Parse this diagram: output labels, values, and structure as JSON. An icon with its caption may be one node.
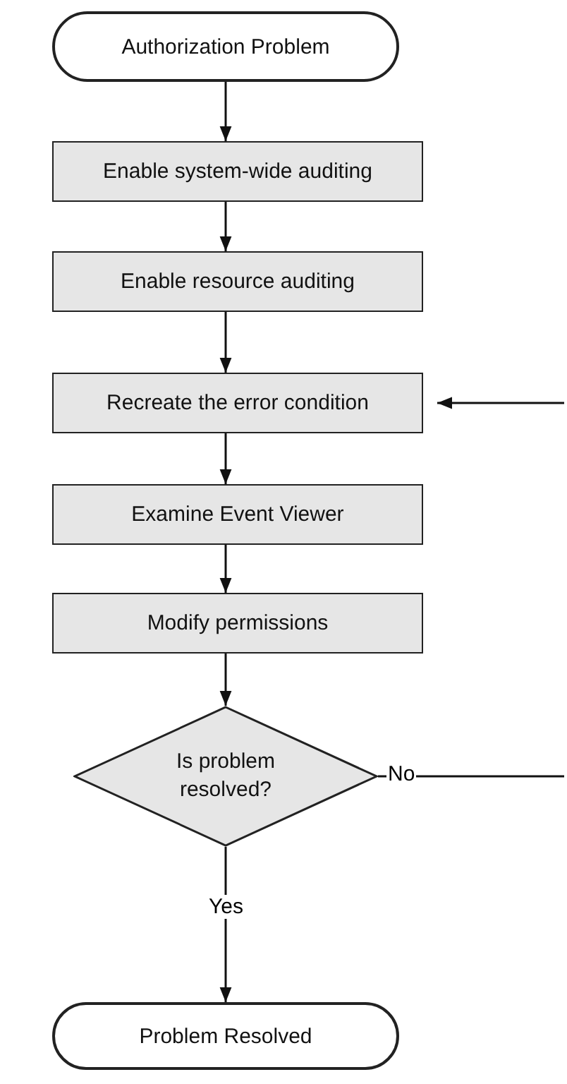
{
  "diagram": {
    "nodes": [
      {
        "text": [
          "Authorization Problem"
        ]
      },
      {
        "text": [
          "Enable system-wide auditing"
        ]
      },
      {
        "text": [
          "Enable resource auditing"
        ]
      },
      {
        "text": [
          "Recreate the error condition"
        ]
      },
      {
        "text": [
          "Examine Event Viewer"
        ]
      },
      {
        "text": [
          "Modify permissions"
        ]
      },
      {
        "text": [
          "Is problem resolved?"
        ]
      },
      {
        "text": [
          "Problem Resolved"
        ]
      }
    ],
    "edges": [
      {
        "from": 0,
        "to": 1,
        "arrow": "to"
      },
      {
        "from": 1,
        "to": 2,
        "arrow": "to"
      },
      {
        "from": 2,
        "to": 3,
        "arrow": "to"
      },
      {
        "from": 3,
        "to": 4,
        "arrow": "to"
      },
      {
        "from": 4,
        "to": 5,
        "arrow": "to"
      },
      {
        "from": 5,
        "to": 6,
        "arrow": "to"
      },
      {
        "from": 6,
        "to": 7,
        "arrow": "to",
        "label": "Yes"
      },
      {
        "from": 6,
        "to": null,
        "arrow": "none",
        "label": "No"
      },
      {
        "from": null,
        "to": 3,
        "arrow": "to"
      }
    ]
  }
}
